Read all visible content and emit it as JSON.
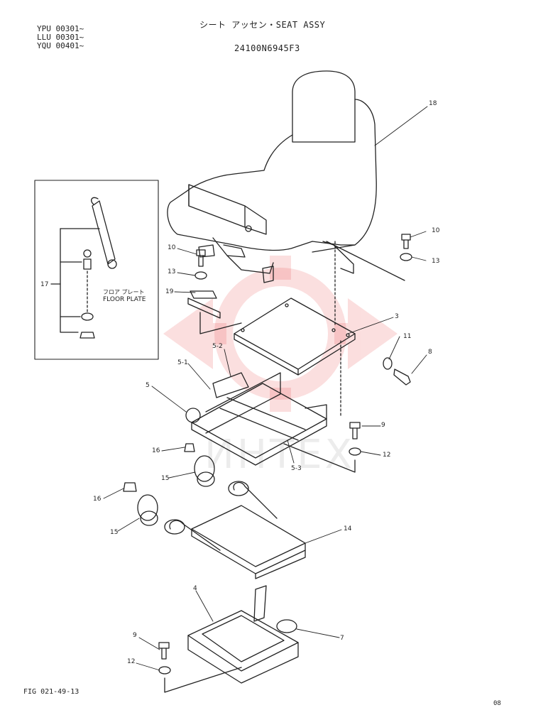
{
  "header": {
    "model_codes": [
      "YPU 00301~",
      "LLU 00301~",
      "YQU 00401~"
    ],
    "title": "シート アッセン・SEAT ASSY",
    "part_number": "24100N6945F3"
  },
  "inset": {
    "label_jp": "フロア プレート",
    "label_en": "FLOOR PLATE"
  },
  "callouts": [
    {
      "id": "18",
      "label": "18"
    },
    {
      "id": "10a",
      "label": "10"
    },
    {
      "id": "13a",
      "label": "13"
    },
    {
      "id": "10b",
      "label": "10"
    },
    {
      "id": "13b",
      "label": "13"
    },
    {
      "id": "19",
      "label": "19"
    },
    {
      "id": "17",
      "label": "17"
    },
    {
      "id": "3",
      "label": "3"
    },
    {
      "id": "11",
      "label": "11"
    },
    {
      "id": "8",
      "label": "8"
    },
    {
      "id": "5-2",
      "label": "5-2"
    },
    {
      "id": "5-1",
      "label": "5-1"
    },
    {
      "id": "5",
      "label": "5"
    },
    {
      "id": "9a",
      "label": "9"
    },
    {
      "id": "12a",
      "label": "12"
    },
    {
      "id": "16a",
      "label": "16"
    },
    {
      "id": "15a",
      "label": "15"
    },
    {
      "id": "5-3",
      "label": "5-3"
    },
    {
      "id": "16b",
      "label": "16"
    },
    {
      "id": "15b",
      "label": "15"
    },
    {
      "id": "14",
      "label": "14"
    },
    {
      "id": "4",
      "label": "4"
    },
    {
      "id": "7",
      "label": "7"
    },
    {
      "id": "9b",
      "label": "9"
    },
    {
      "id": "12b",
      "label": "12"
    }
  ],
  "footer": {
    "figure_ref": "FIG 021-49-13",
    "page_number": "08"
  },
  "watermark": {
    "text": "ИНТЕХ",
    "color": "#e8363b"
  }
}
